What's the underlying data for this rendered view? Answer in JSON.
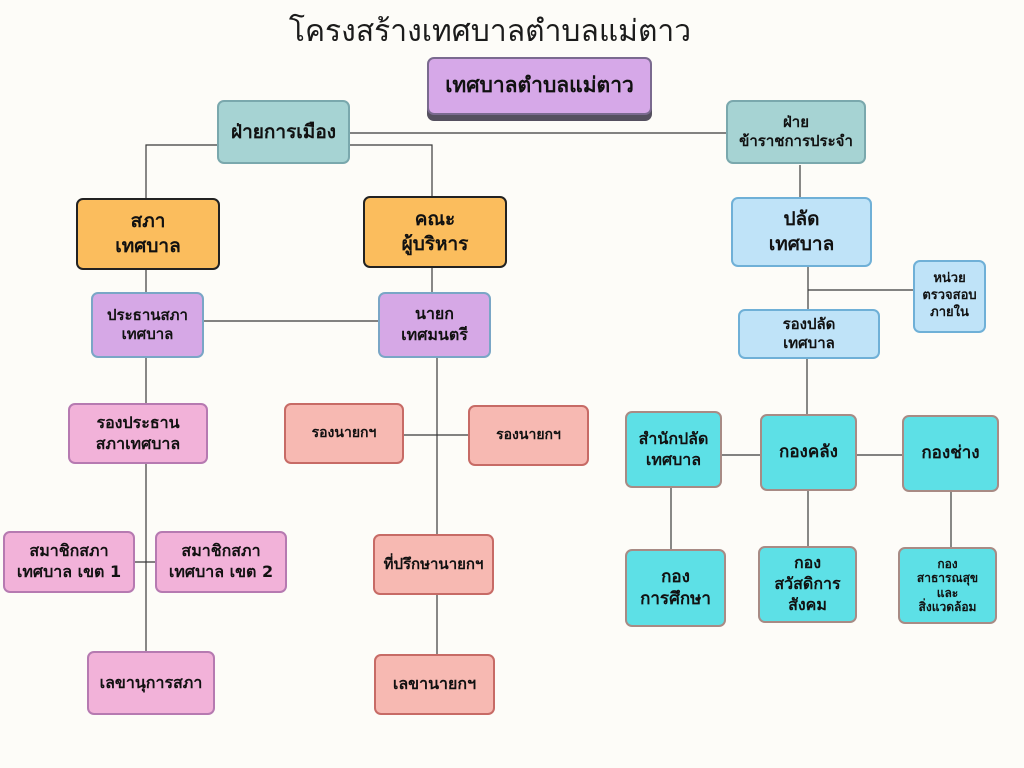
{
  "title": "โครงสร้างเทศบาลตำบลแม่ตาว",
  "nodes": {
    "root": "เทศบาลตำบลแม่ตาว",
    "political": "ฝ่ายการเมือง",
    "civil_servants": "ฝ่าย\nข้าราชการประจำ",
    "council": "สภา\nเทศบาล",
    "executive": "คณะ\nผู้บริหาร",
    "council_president": "ประธานสภา\nเทศบาล",
    "mayor": "นายก\nเทศมนตรี",
    "vice_council_president": "รองประธาน\nสภาเทศบาล",
    "deputy_mayor_1": "รองนายกฯ",
    "deputy_mayor_2": "รองนายกฯ",
    "member_district_1": "สมาชิกสภา\nเทศบาล เขต 1",
    "member_district_2": "สมาชิกสภา\nเทศบาล เขต 2",
    "mayor_advisor": "ที่ปรึกษานายกฯ",
    "council_secretary": "เลขานุการสภา",
    "mayor_secretary": "เลขานายกฯ",
    "clerk": "ปลัด\nเทศบาล",
    "internal_audit": "หน่วย\nตรวจสอบ\nภายใน",
    "deputy_clerk": "รองปลัด\nเทศบาล",
    "clerk_office": "สำนักปลัด\nเทศบาล",
    "finance_division": "กองคลัง",
    "engineering_division": "กองช่าง",
    "education_division": "กอง\nการศึกษา",
    "social_welfare_division": "กอง\nสวัสดิการ\nสังคม",
    "public_health_division": "กอง\nสาธารณสุข\nและ\nสิ่งแวดล้อม"
  },
  "colors": {
    "line": "#3a3a3a"
  }
}
